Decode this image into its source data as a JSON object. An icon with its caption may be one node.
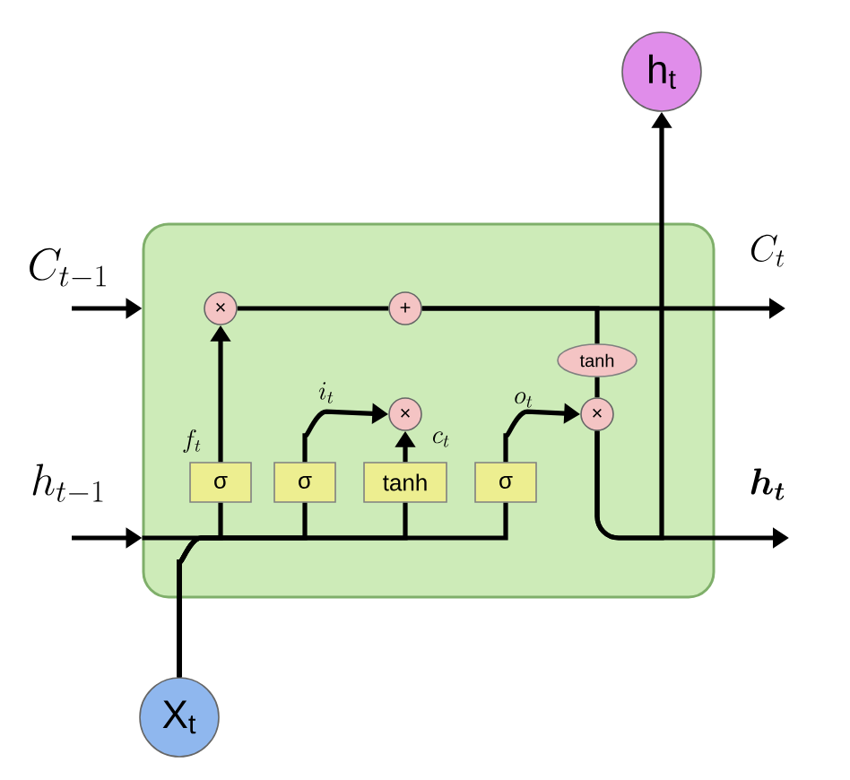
{
  "diagram": {
    "nodes": [
      {
        "text": [],
        "shape": "box"
      },
      {
        "text": [
          "h$_{t}$"
        ]
      },
      {
        "text": [
          "X$_{t}$"
        ]
      },
      {
        "text": [
          "×"
        ],
        "in": 0
      },
      {
        "text": [
          "+"
        ],
        "in": 0
      },
      {
        "text": [
          "×"
        ],
        "in": 0
      },
      {
        "text": [
          "tanh"
        ],
        "in": 0
      },
      {
        "text": [
          "×"
        ],
        "in": 0
      },
      {
        "text": [
          "σ"
        ],
        "in": 0
      },
      {
        "text": [
          "σ"
        ],
        "in": 0
      },
      {
        "text": [
          "tanh"
        ],
        "in": 0
      },
      {
        "text": [
          "σ"
        ],
        "in": 0
      }
    ],
    "edges": [
      {
        "from": null,
        "to": 0,
        "arrow": "to"
      },
      {
        "from": 3,
        "to": 4,
        "arrow": "none"
      },
      {
        "from": 4,
        "to": null,
        "arrow": "to"
      },
      {
        "from": 4,
        "to": 6,
        "arrow": "none"
      },
      {
        "from": 6,
        "to": 7,
        "arrow": "none"
      },
      {
        "from": 7,
        "to": null,
        "arrow": "to"
      },
      {
        "from": 7,
        "to": 1,
        "arrow": "to"
      },
      {
        "from": null,
        "to": 0,
        "arrow": "to"
      },
      {
        "from": 2,
        "to": 8,
        "arrow": "none"
      },
      {
        "from": 2,
        "to": 9,
        "arrow": "none"
      },
      {
        "from": 2,
        "to": 10,
        "arrow": "none"
      },
      {
        "from": 2,
        "to": 11,
        "arrow": "none"
      },
      {
        "from": 8,
        "to": 3,
        "arrow": "to"
      },
      {
        "from": 9,
        "to": 5,
        "arrow": "to"
      },
      {
        "from": 10,
        "to": 5,
        "arrow": "to"
      },
      {
        "from": 11,
        "to": 7,
        "arrow": "to"
      }
    ],
    "labels": [
      "C_{t-1}",
      "C_t",
      "h_{t-1}",
      "\\boldsymbol{h_t}",
      "f_t",
      "i_t",
      "c_t",
      "o_t"
    ]
  }
}
